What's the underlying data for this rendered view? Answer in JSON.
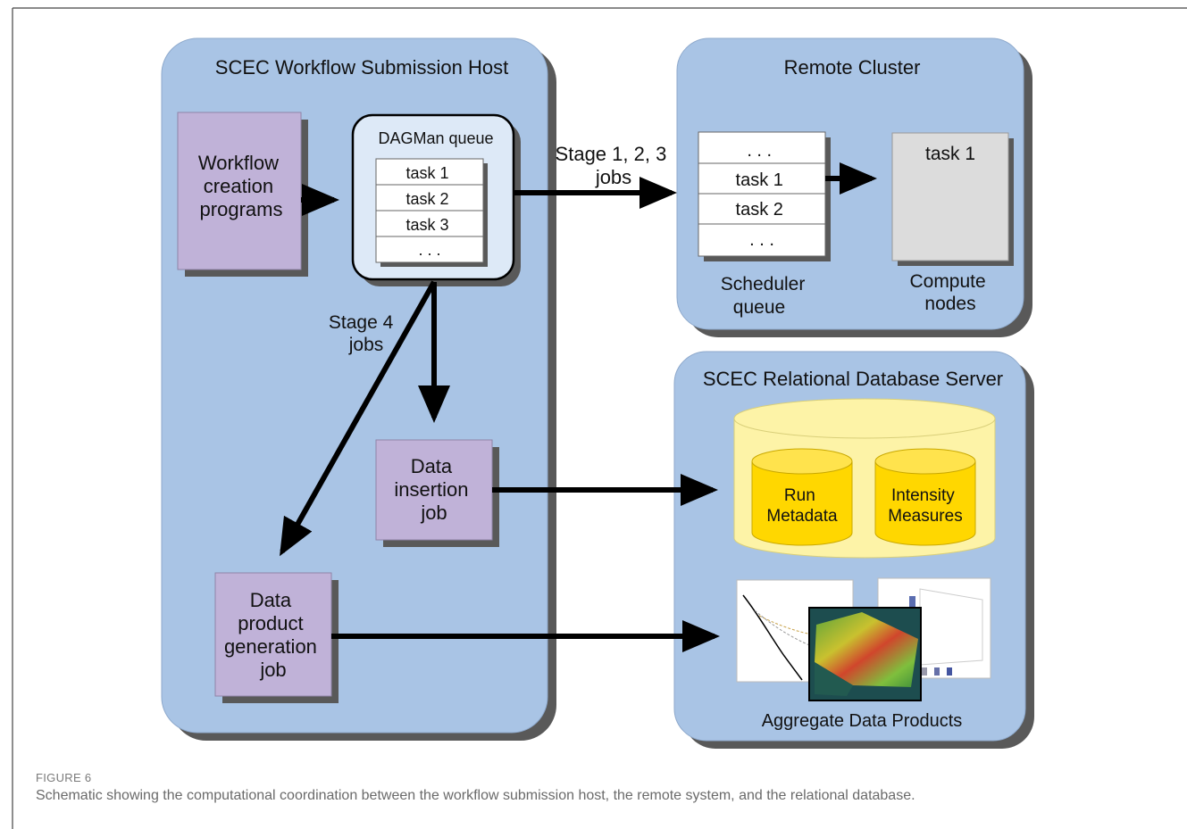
{
  "panels": {
    "host": {
      "title": "SCEC Workflow Submission Host"
    },
    "cluster": {
      "title": "Remote Cluster"
    },
    "db": {
      "title": "SCEC Relational Database Server"
    }
  },
  "host": {
    "creation_box": [
      "Workflow",
      "creation",
      "programs"
    ],
    "dagman": {
      "title": "DAGMan queue",
      "rows": [
        "task 1",
        "task 2",
        "task 3",
        ". . ."
      ]
    },
    "stage4_label": [
      "Stage 4",
      "jobs"
    ],
    "insertion_box": [
      "Data",
      "insertion",
      "job"
    ],
    "product_box": [
      "Data",
      "product",
      "generation",
      "job"
    ]
  },
  "cluster": {
    "stage123_label": [
      "Stage 1, 2, 3",
      "jobs"
    ],
    "scheduler_rows": [
      ". . .",
      "task 1",
      "task 2",
      ". . ."
    ],
    "scheduler_label": [
      "Scheduler",
      "queue"
    ],
    "compute_task": "task 1",
    "compute_label": [
      "Compute",
      "nodes"
    ]
  },
  "db": {
    "run_metadata": [
      "Run",
      "Metadata"
    ],
    "intensity_measures": [
      "Intensity",
      "Measures"
    ],
    "products_label": "Aggregate Data Products"
  },
  "caption": {
    "label": "FIGURE 6",
    "text": "Schematic showing the computational coordination between the workflow submission host, the remote system, and the relational database."
  },
  "colors": {
    "panel": "#a9c4e5",
    "panel_shadow": "#595959",
    "job_box": "#c0b2d8",
    "dagman_fill": "#dde9f7",
    "compute_fill": "#dcdcdc",
    "db_outer": "#fdf3a7",
    "db_inner": "#ffd700",
    "arrow": "#000000"
  }
}
